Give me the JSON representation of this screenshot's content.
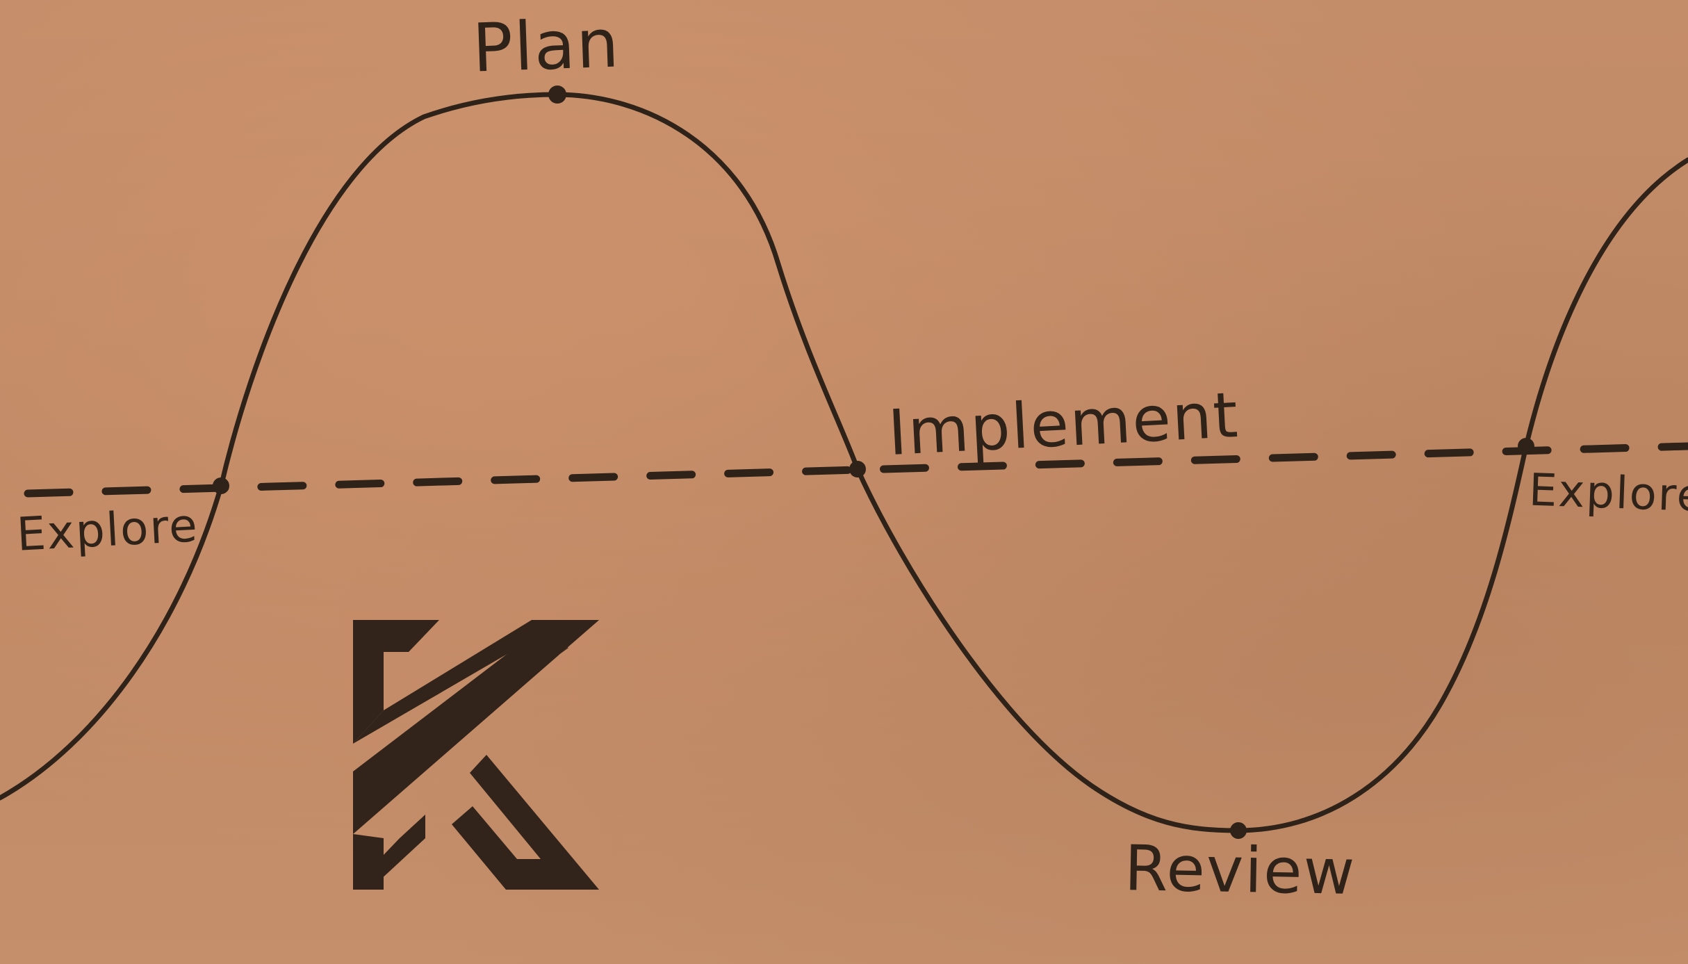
{
  "diagram": {
    "labels": {
      "plan": "Plan",
      "implement": "Implement",
      "review": "Review",
      "explore_left": "Explore",
      "explore_right": "Explore"
    },
    "colors": {
      "background": "#c18a66",
      "ink": "#2f2219",
      "logo": "#33241b"
    },
    "logo": {
      "icon": "k-logo-icon",
      "letter": "K"
    }
  }
}
